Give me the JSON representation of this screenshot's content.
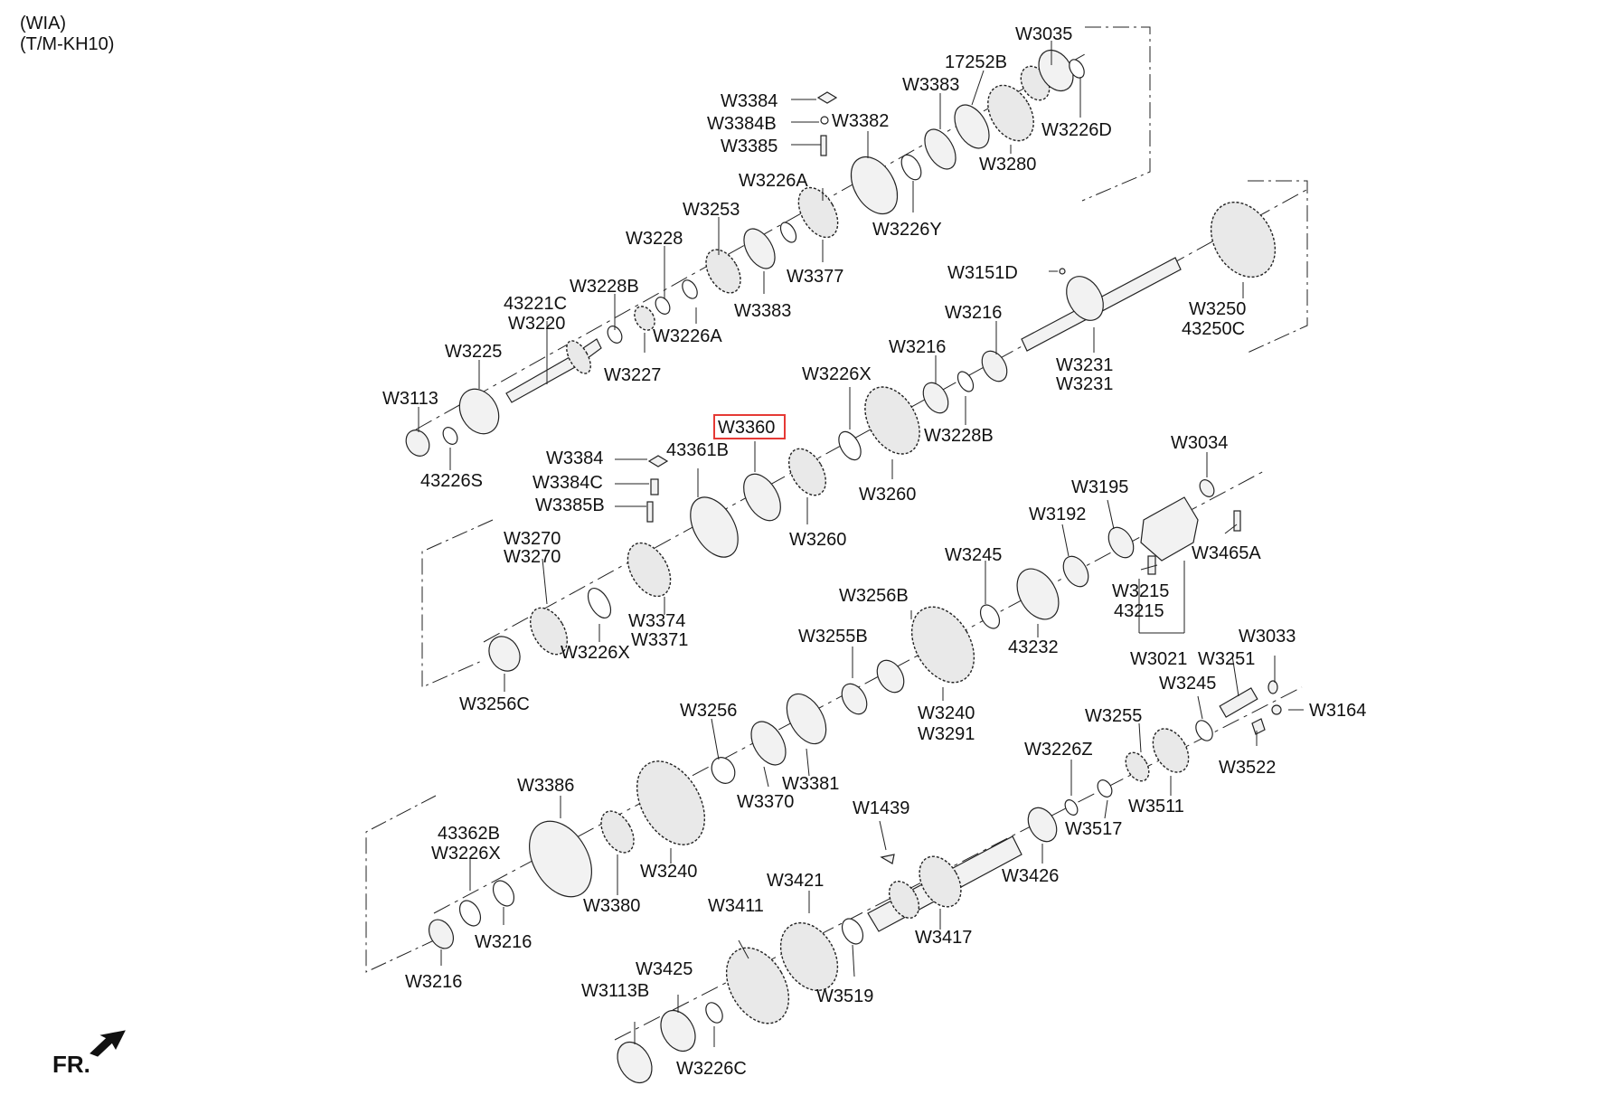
{
  "header": {
    "line1": "(WIA)",
    "line2": "(T/M-KH10)"
  },
  "footer": {
    "fr_label": "FR."
  },
  "highlight": "W3360",
  "labels": [
    "W3035",
    "17252B",
    "W3383",
    "W3384",
    "W3384B",
    "W3385",
    "W3382",
    "W3226D",
    "W3280",
    "W3226A",
    "W3226Y",
    "W3253",
    "W3228",
    "W3377",
    "W3383",
    "W3228B",
    "43221C",
    "W3220",
    "W3226A",
    "W3227",
    "W3225",
    "W3113",
    "43226S",
    "W3151D",
    "W3216",
    "W3216",
    "W3250",
    "43250C",
    "W3231",
    "W3231",
    "W3226X",
    "W3360",
    "43361B",
    "W3384",
    "W3384C",
    "W3385B",
    "W3228B",
    "W3260",
    "W3260",
    "W3034",
    "W3195",
    "W3192",
    "W3465A",
    "W3270",
    "W3270",
    "W3245",
    "W3374",
    "W3371",
    "W3226X",
    "W3256B",
    "W3215",
    "43215",
    "W3256C",
    "W3255B",
    "43232",
    "W3021",
    "W3033",
    "W3251",
    "W3245",
    "W3164",
    "W3240",
    "W3291",
    "W3256",
    "W3255",
    "W3522",
    "W3226Z",
    "W3381",
    "W3370",
    "W3386",
    "W1439",
    "W3517",
    "W3511",
    "43362B",
    "W3226X",
    "W3240",
    "W3421",
    "W3426",
    "W3380",
    "W3411",
    "W3417",
    "W3216",
    "W3425",
    "W3519",
    "W3216",
    "W3113B",
    "W3226C"
  ]
}
